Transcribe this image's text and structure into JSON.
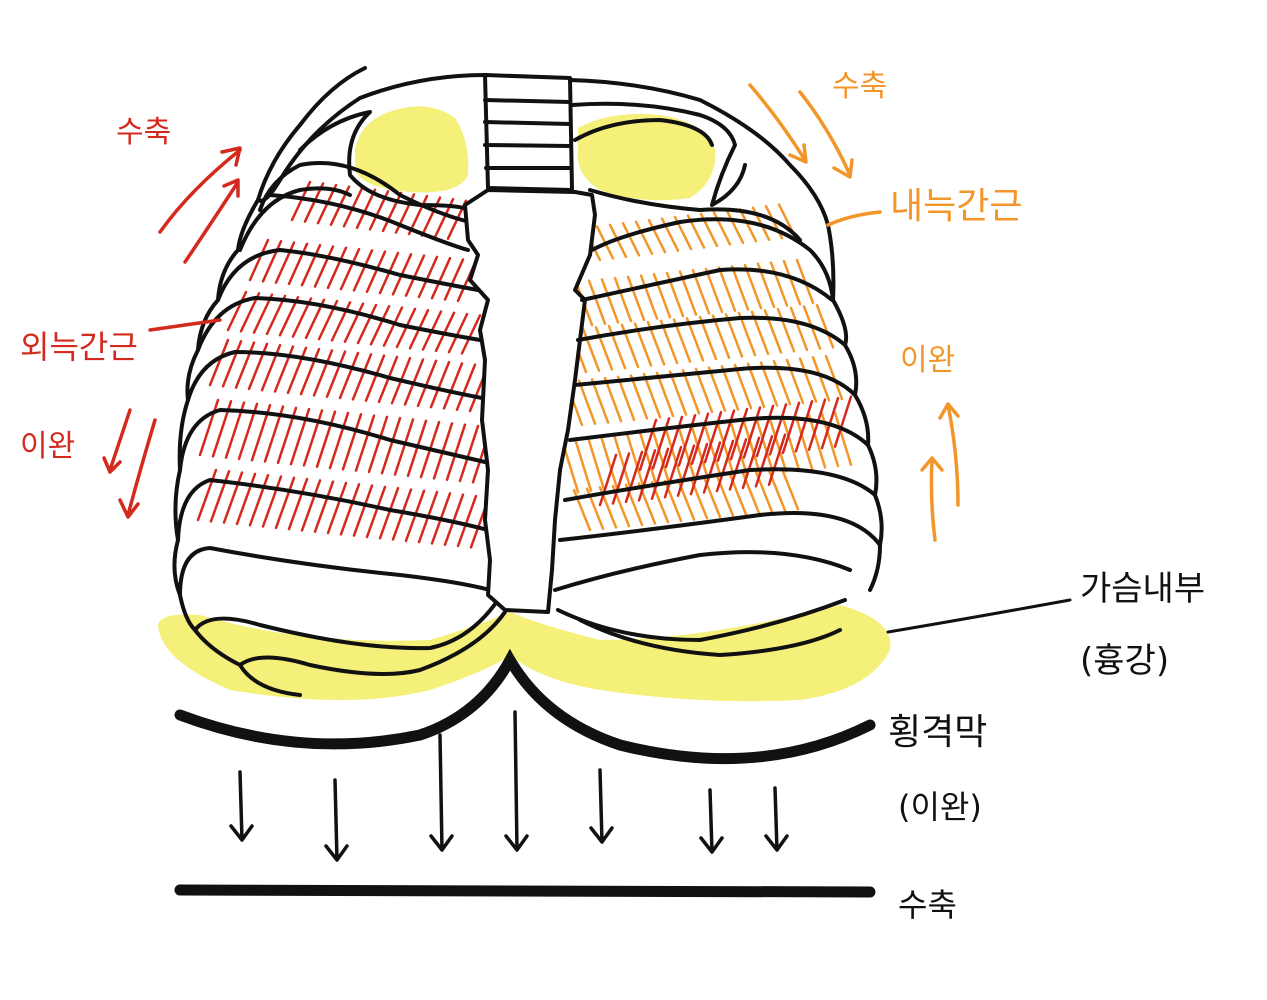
{
  "labels": {
    "external_intercostal": "외늑간근",
    "external_contract": "수축",
    "external_relax": "이완",
    "internal_intercostal": "내늑간근",
    "internal_contract": "수축",
    "internal_relax": "이완",
    "thoracic_cavity": "가슴내부",
    "thoracic_cavity_hanja": "(흉강)",
    "diaphragm": "횡격막",
    "diaphragm_relax": "(이완)",
    "diaphragm_contract": "수축"
  },
  "colors": {
    "outline": "#111111",
    "external_muscle": "#d42a1e",
    "internal_muscle": "#f3962a",
    "cavity_fill": "#f5f07a",
    "background": "#ffffff"
  }
}
